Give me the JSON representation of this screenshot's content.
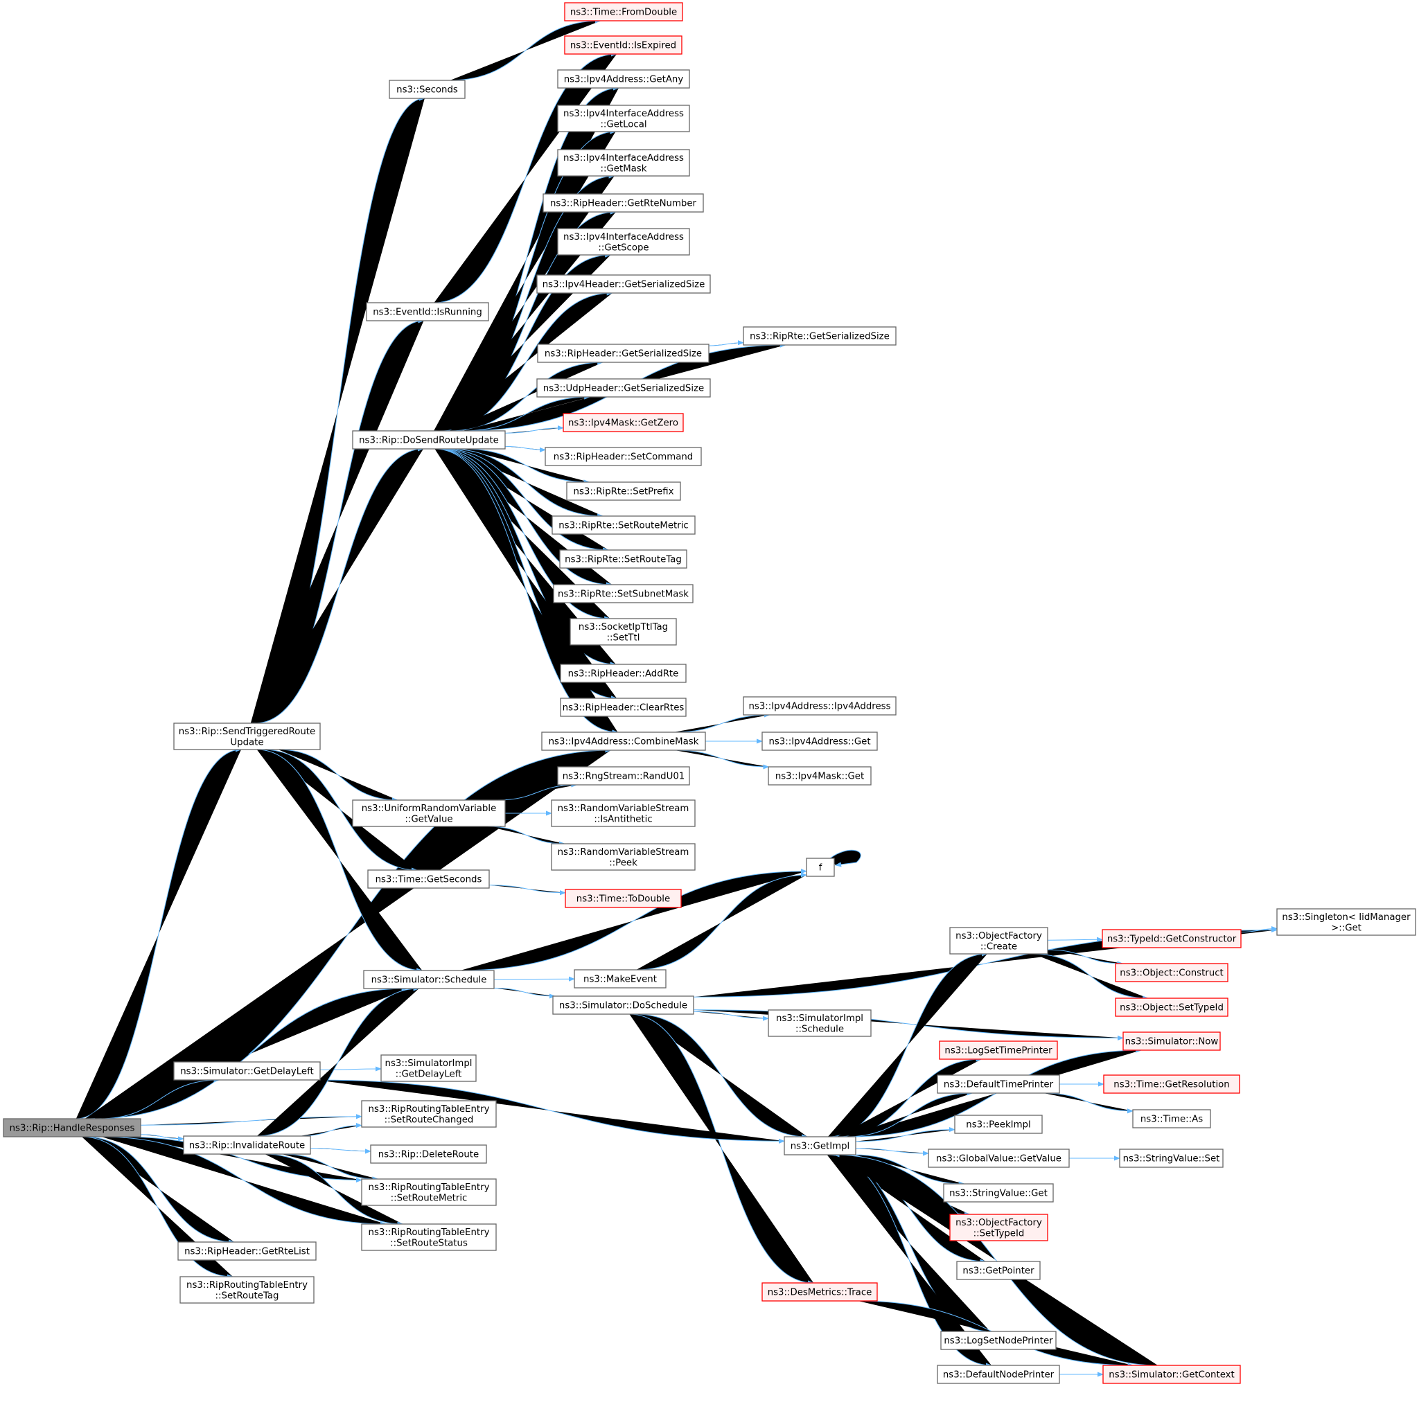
{
  "colors": {
    "edge": "#63b8ff",
    "node_border": "#666666",
    "node_fill": "#ffffff",
    "root_fill": "#999999",
    "root_border": "#666666",
    "truncated_border": "#ff0000",
    "truncated_fill": "#fff0f0"
  },
  "nodes": [
    {
      "id": "n0",
      "lines": [
        "ns3::Rip::HandleResponses"
      ],
      "style": "root"
    },
    {
      "id": "n1",
      "lines": [
        "ns3::Rip::SendTriggeredRoute",
        "Update"
      ],
      "style": "normal"
    },
    {
      "id": "n2",
      "lines": [
        "ns3::Seconds"
      ],
      "style": "normal"
    },
    {
      "id": "n3",
      "lines": [
        "ns3::Time::FromDouble"
      ],
      "style": "truncated"
    },
    {
      "id": "n4",
      "lines": [
        "ns3::EventId::IsRunning"
      ],
      "style": "normal"
    },
    {
      "id": "n5",
      "lines": [
        "ns3::EventId::IsExpired"
      ],
      "style": "truncated"
    },
    {
      "id": "n6",
      "lines": [
        "ns3::Rip::DoSendRouteUpdate"
      ],
      "style": "normal"
    },
    {
      "id": "n7",
      "lines": [
        "ns3::Ipv4Address::GetAny"
      ],
      "style": "normal"
    },
    {
      "id": "n8",
      "lines": [
        "ns3::Ipv4InterfaceAddress",
        "::GetLocal"
      ],
      "style": "normal"
    },
    {
      "id": "n9",
      "lines": [
        "ns3::Ipv4InterfaceAddress",
        "::GetMask"
      ],
      "style": "normal"
    },
    {
      "id": "n10",
      "lines": [
        "ns3::RipHeader::GetRteNumber"
      ],
      "style": "normal"
    },
    {
      "id": "n11",
      "lines": [
        "ns3::Ipv4InterfaceAddress",
        "::GetScope"
      ],
      "style": "normal"
    },
    {
      "id": "n12",
      "lines": [
        "ns3::Ipv4Header::GetSerializedSize"
      ],
      "style": "normal"
    },
    {
      "id": "n13",
      "lines": [
        "ns3::RipRte::GetSerializedSize"
      ],
      "style": "normal"
    },
    {
      "id": "n14",
      "lines": [
        "ns3::RipHeader::GetSerializedSize"
      ],
      "style": "normal"
    },
    {
      "id": "n15",
      "lines": [
        "ns3::UdpHeader::GetSerializedSize"
      ],
      "style": "normal"
    },
    {
      "id": "n16",
      "lines": [
        "ns3::Ipv4Mask::GetZero"
      ],
      "style": "truncated"
    },
    {
      "id": "n17",
      "lines": [
        "ns3::RipHeader::SetCommand"
      ],
      "style": "normal"
    },
    {
      "id": "n18",
      "lines": [
        "ns3::RipRte::SetPrefix"
      ],
      "style": "normal"
    },
    {
      "id": "n19",
      "lines": [
        "ns3::RipRte::SetRouteMetric"
      ],
      "style": "normal"
    },
    {
      "id": "n20",
      "lines": [
        "ns3::RipRte::SetRouteTag"
      ],
      "style": "normal"
    },
    {
      "id": "n21",
      "lines": [
        "ns3::RipRte::SetSubnetMask"
      ],
      "style": "normal"
    },
    {
      "id": "n22",
      "lines": [
        "ns3::SocketIpTtlTag",
        "::SetTtl"
      ],
      "style": "normal"
    },
    {
      "id": "n23",
      "lines": [
        "ns3::RipHeader::AddRte"
      ],
      "style": "normal"
    },
    {
      "id": "n24",
      "lines": [
        "ns3::RipHeader::ClearRtes"
      ],
      "style": "normal"
    },
    {
      "id": "n25",
      "lines": [
        "ns3::Ipv4Address::CombineMask"
      ],
      "style": "normal"
    },
    {
      "id": "n26",
      "lines": [
        "ns3::Ipv4Address::Ipv4Address"
      ],
      "style": "normal"
    },
    {
      "id": "n27",
      "lines": [
        "ns3::Ipv4Address::Get"
      ],
      "style": "normal"
    },
    {
      "id": "n28",
      "lines": [
        "ns3::Ipv4Mask::Get"
      ],
      "style": "normal"
    },
    {
      "id": "n29",
      "lines": [
        "ns3::UniformRandomVariable",
        "::GetValue"
      ],
      "style": "normal"
    },
    {
      "id": "n30",
      "lines": [
        "ns3::RngStream::RandU01"
      ],
      "style": "normal"
    },
    {
      "id": "n31",
      "lines": [
        "ns3::RandomVariableStream",
        "::IsAntithetic"
      ],
      "style": "normal"
    },
    {
      "id": "n32",
      "lines": [
        "ns3::RandomVariableStream",
        "::Peek"
      ],
      "style": "normal"
    },
    {
      "id": "n33",
      "lines": [
        "ns3::Time::GetSeconds"
      ],
      "style": "normal"
    },
    {
      "id": "n34",
      "lines": [
        "ns3::Time::ToDouble"
      ],
      "style": "truncated"
    },
    {
      "id": "n35",
      "lines": [
        "f"
      ],
      "style": "normal"
    },
    {
      "id": "n36",
      "lines": [
        "ns3::Simulator::Schedule"
      ],
      "style": "normal"
    },
    {
      "id": "n37",
      "lines": [
        "ns3::MakeEvent"
      ],
      "style": "normal"
    },
    {
      "id": "n38",
      "lines": [
        "ns3::Simulator::DoSchedule"
      ],
      "style": "normal"
    },
    {
      "id": "n39",
      "lines": [
        "ns3::Singleton< IidManager",
        " >::Get"
      ],
      "style": "normal"
    },
    {
      "id": "n40",
      "lines": [
        "ns3::ObjectFactory",
        "::Create"
      ],
      "style": "normal"
    },
    {
      "id": "n41",
      "lines": [
        "ns3::TypeId::GetConstructor"
      ],
      "style": "truncated"
    },
    {
      "id": "n42",
      "lines": [
        "ns3::Object::Construct"
      ],
      "style": "truncated"
    },
    {
      "id": "n43",
      "lines": [
        "ns3::Object::SetTypeId"
      ],
      "style": "truncated"
    },
    {
      "id": "n44",
      "lines": [
        "ns3::SimulatorImpl",
        "::Schedule"
      ],
      "style": "normal"
    },
    {
      "id": "n45",
      "lines": [
        "ns3::Simulator::Now"
      ],
      "style": "truncated"
    },
    {
      "id": "n46",
      "lines": [
        "ns3::Simulator::GetDelayLeft"
      ],
      "style": "normal"
    },
    {
      "id": "n47",
      "lines": [
        "ns3::SimulatorImpl",
        "::GetDelayLeft"
      ],
      "style": "normal"
    },
    {
      "id": "n48",
      "lines": [
        "ns3::LogSetTimePrinter"
      ],
      "style": "truncated"
    },
    {
      "id": "n49",
      "lines": [
        "ns3::DefaultTimePrinter"
      ],
      "style": "normal"
    },
    {
      "id": "n50",
      "lines": [
        "ns3::Time::GetResolution"
      ],
      "style": "truncated"
    },
    {
      "id": "n51",
      "lines": [
        "ns3::Time::As"
      ],
      "style": "normal"
    },
    {
      "id": "n52",
      "lines": [
        "ns3::RipRoutingTableEntry",
        "::SetRouteChanged"
      ],
      "style": "normal"
    },
    {
      "id": "n53",
      "lines": [
        "ns3::Rip::InvalidateRoute"
      ],
      "style": "normal"
    },
    {
      "id": "n54",
      "lines": [
        "ns3::GetImpl"
      ],
      "style": "normal"
    },
    {
      "id": "n55",
      "lines": [
        "ns3::PeekImpl"
      ],
      "style": "normal"
    },
    {
      "id": "n56",
      "lines": [
        "ns3::Rip::DeleteRoute"
      ],
      "style": "normal"
    },
    {
      "id": "n57",
      "lines": [
        "ns3::GlobalValue::GetValue"
      ],
      "style": "normal"
    },
    {
      "id": "n58",
      "lines": [
        "ns3::StringValue::Set"
      ],
      "style": "normal"
    },
    {
      "id": "n59",
      "lines": [
        "ns3::RipRoutingTableEntry",
        "::SetRouteMetric"
      ],
      "style": "normal"
    },
    {
      "id": "n60",
      "lines": [
        "ns3::StringValue::Get"
      ],
      "style": "normal"
    },
    {
      "id": "n61",
      "lines": [
        "ns3::ObjectFactory",
        "::SetTypeId"
      ],
      "style": "truncated"
    },
    {
      "id": "n62",
      "lines": [
        "ns3::RipRoutingTableEntry",
        "::SetRouteStatus"
      ],
      "style": "normal"
    },
    {
      "id": "n63",
      "lines": [
        "ns3::RipHeader::GetRteList"
      ],
      "style": "normal"
    },
    {
      "id": "n64",
      "lines": [
        "ns3::RipRoutingTableEntry",
        "::SetRouteTag"
      ],
      "style": "normal"
    },
    {
      "id": "n65",
      "lines": [
        "ns3::GetPointer"
      ],
      "style": "normal"
    },
    {
      "id": "n66",
      "lines": [
        "ns3::DesMetrics::Trace"
      ],
      "style": "truncated"
    },
    {
      "id": "n67",
      "lines": [
        "ns3::LogSetNodePrinter"
      ],
      "style": "normal"
    },
    {
      "id": "n68",
      "lines": [
        "ns3::DefaultNodePrinter"
      ],
      "style": "normal"
    },
    {
      "id": "n69",
      "lines": [
        "ns3::Simulator::GetContext"
      ],
      "style": "truncated"
    }
  ],
  "edges": [
    [
      "n0",
      "n1"
    ],
    [
      "n0",
      "n25"
    ],
    [
      "n0",
      "n36"
    ],
    [
      "n0",
      "n46"
    ],
    [
      "n0",
      "n52"
    ],
    [
      "n0",
      "n53"
    ],
    [
      "n0",
      "n59"
    ],
    [
      "n0",
      "n62"
    ],
    [
      "n0",
      "n63"
    ],
    [
      "n0",
      "n64"
    ],
    [
      "n1",
      "n2"
    ],
    [
      "n1",
      "n4"
    ],
    [
      "n1",
      "n6"
    ],
    [
      "n1",
      "n29"
    ],
    [
      "n1",
      "n33"
    ],
    [
      "n1",
      "n36"
    ],
    [
      "n2",
      "n3"
    ],
    [
      "n4",
      "n5"
    ],
    [
      "n6",
      "n7"
    ],
    [
      "n6",
      "n8"
    ],
    [
      "n6",
      "n9"
    ],
    [
      "n6",
      "n10"
    ],
    [
      "n6",
      "n11"
    ],
    [
      "n6",
      "n12"
    ],
    [
      "n6",
      "n13"
    ],
    [
      "n6",
      "n14"
    ],
    [
      "n6",
      "n15"
    ],
    [
      "n6",
      "n16"
    ],
    [
      "n6",
      "n17"
    ],
    [
      "n6",
      "n18"
    ],
    [
      "n6",
      "n19"
    ],
    [
      "n6",
      "n20"
    ],
    [
      "n6",
      "n21"
    ],
    [
      "n6",
      "n22"
    ],
    [
      "n6",
      "n23"
    ],
    [
      "n6",
      "n24"
    ],
    [
      "n6",
      "n25"
    ],
    [
      "n14",
      "n13"
    ],
    [
      "n25",
      "n26"
    ],
    [
      "n25",
      "n27"
    ],
    [
      "n25",
      "n28"
    ],
    [
      "n29",
      "n30"
    ],
    [
      "n29",
      "n31"
    ],
    [
      "n29",
      "n32"
    ],
    [
      "n33",
      "n34"
    ],
    [
      "n35",
      "n35"
    ],
    [
      "n36",
      "n35"
    ],
    [
      "n36",
      "n37"
    ],
    [
      "n36",
      "n38"
    ],
    [
      "n37",
      "n35"
    ],
    [
      "n38",
      "n39"
    ],
    [
      "n38",
      "n44"
    ],
    [
      "n38",
      "n45"
    ],
    [
      "n38",
      "n54"
    ],
    [
      "n38",
      "n66"
    ],
    [
      "n40",
      "n41"
    ],
    [
      "n40",
      "n42"
    ],
    [
      "n40",
      "n43"
    ],
    [
      "n41",
      "n39"
    ],
    [
      "n46",
      "n47"
    ],
    [
      "n46",
      "n54"
    ],
    [
      "n49",
      "n45"
    ],
    [
      "n49",
      "n50"
    ],
    [
      "n49",
      "n51"
    ],
    [
      "n53",
      "n36"
    ],
    [
      "n53",
      "n52"
    ],
    [
      "n53",
      "n56"
    ],
    [
      "n53",
      "n59"
    ],
    [
      "n53",
      "n62"
    ],
    [
      "n54",
      "n40"
    ],
    [
      "n54",
      "n45"
    ],
    [
      "n54",
      "n48"
    ],
    [
      "n54",
      "n49"
    ],
    [
      "n54",
      "n55"
    ],
    [
      "n54",
      "n57"
    ],
    [
      "n54",
      "n60"
    ],
    [
      "n54",
      "n61"
    ],
    [
      "n54",
      "n65"
    ],
    [
      "n54",
      "n67"
    ],
    [
      "n54",
      "n68"
    ],
    [
      "n57",
      "n58"
    ],
    [
      "n66",
      "n69"
    ],
    [
      "n68",
      "n69"
    ],
    [
      "n69",
      "n54"
    ]
  ]
}
